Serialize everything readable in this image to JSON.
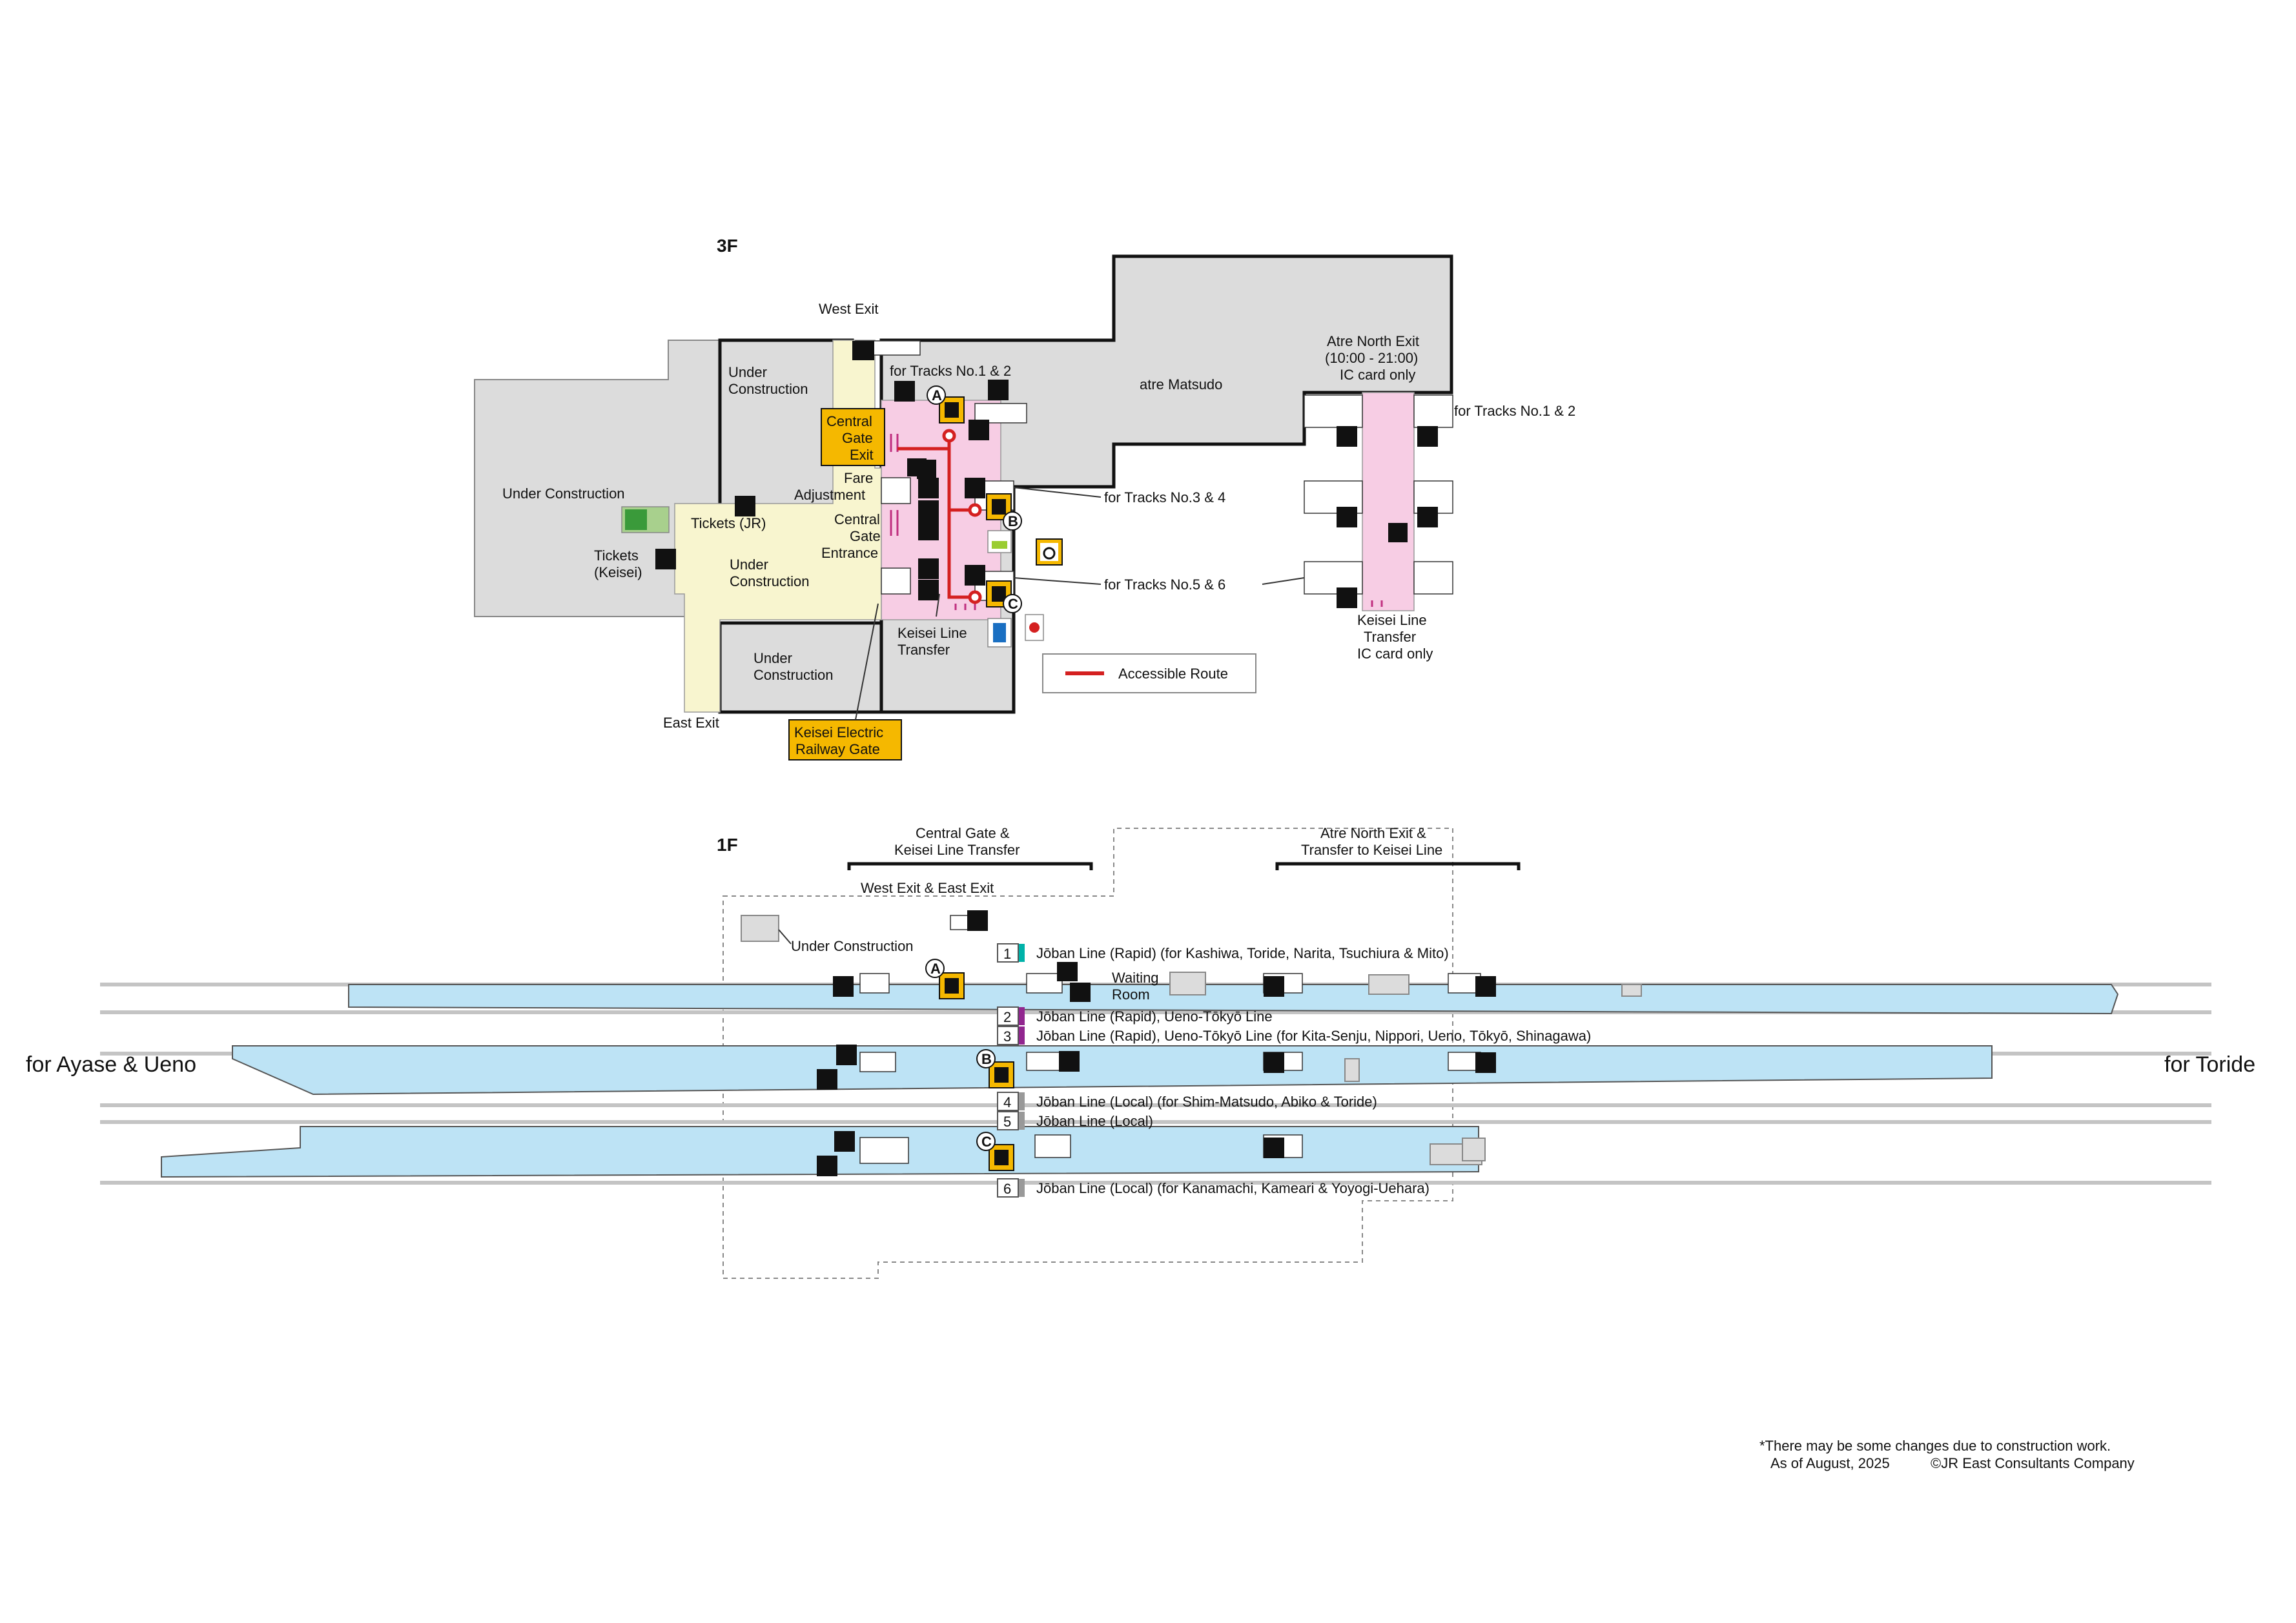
{
  "floors": {
    "upper": "3F",
    "lower": "1F"
  },
  "upper_floor": {
    "west_exit": "West Exit",
    "east_exit": "East Exit",
    "under_construction_1": "Under Construction",
    "under_construction_2": [
      "Under",
      "Construction"
    ],
    "under_construction_3": [
      "Under",
      "Construction"
    ],
    "under_construction_4": [
      "Under",
      "Construction"
    ],
    "tickets_jr": "Tickets (JR)",
    "tickets_keisei": [
      "Tickets",
      "(Keisei)"
    ],
    "central_gate_exit": [
      "Central",
      "Gate",
      "Exit"
    ],
    "fare_adjustment": [
      "Fare",
      "Adjustment"
    ],
    "central_gate_entrance": [
      "Central",
      "Gate",
      "Entrance"
    ],
    "keisei_line_transfer": [
      "Keisei Line",
      "Transfer"
    ],
    "keisei_gate": [
      "Keisei Electric",
      "Railway Gate"
    ],
    "tracks_1_2": "for Tracks No.1 & 2",
    "tracks_3_4": "for Tracks No.3 & 4",
    "tracks_5_6": "for Tracks No.5 & 6",
    "atre_matsudo": "atre Matsudo",
    "atre_north_exit": [
      "Atre North Exit",
      "(10:00 - 21:00)",
      "IC card only"
    ],
    "atre_tracks_1_2": "for Tracks No.1 & 2",
    "atre_keisei_transfer": [
      "Keisei Line",
      "Transfer",
      "IC card only"
    ],
    "elevator_a": "A",
    "elevator_b": "B",
    "elevator_c": "C",
    "legend_accessible": "Accessible Route"
  },
  "lower_floor": {
    "central_gate_transfer": [
      "Central Gate &",
      "Keisei Line Transfer"
    ],
    "atre_north_transfer": [
      "Atre North Exit &",
      "Transfer to Keisei Line"
    ],
    "west_east_exit": "West Exit & East Exit",
    "under_construction": "Under Construction",
    "waiting_room": [
      "Waiting",
      "Room"
    ],
    "for_ayase_ueno": "for Ayase & Ueno",
    "for_toride": "for Toride",
    "elevator_a": "A",
    "elevator_b": "B",
    "elevator_c": "C",
    "tracks": [
      {
        "number": "1",
        "label": "Jōban Line (Rapid)  (for Kashiwa, Toride, Narita, Tsuchiura & Mito)",
        "color": "#00b2a9"
      },
      {
        "number": "2",
        "label": "Jōban Line (Rapid), Ueno-Tōkyō Line",
        "color": "#91268f"
      },
      {
        "number": "3",
        "label": "Jōban Line (Rapid), Ueno-Tōkyō Line  (for Kita-Senju, Nippori, Ueno, Tōkyō, Shinagawa)",
        "color": "#91268f"
      },
      {
        "number": "4",
        "label": "Jōban Line (Local)  (for Shim-Matsudo, Abiko & Toride)",
        "color": "#999999"
      },
      {
        "number": "5",
        "label": "Jōban Line (Local)",
        "color": "#999999"
      },
      {
        "number": "6",
        "label": "Jōban Line (Local)  (for Kanamachi, Kameari & Yoyogi-Uehara)",
        "color": "#999999"
      }
    ]
  },
  "footer": {
    "note": "*There may be some changes due to construction work.",
    "as_of": "As of August, 2025",
    "copyright": "©JR East Consultants Company"
  },
  "colors": {
    "accessible_route": "#d42020",
    "gate_highlight": "#f5b800",
    "concourse": "#f7cde4",
    "passage": "#f8f5cf",
    "platform": "#bde3f5"
  }
}
